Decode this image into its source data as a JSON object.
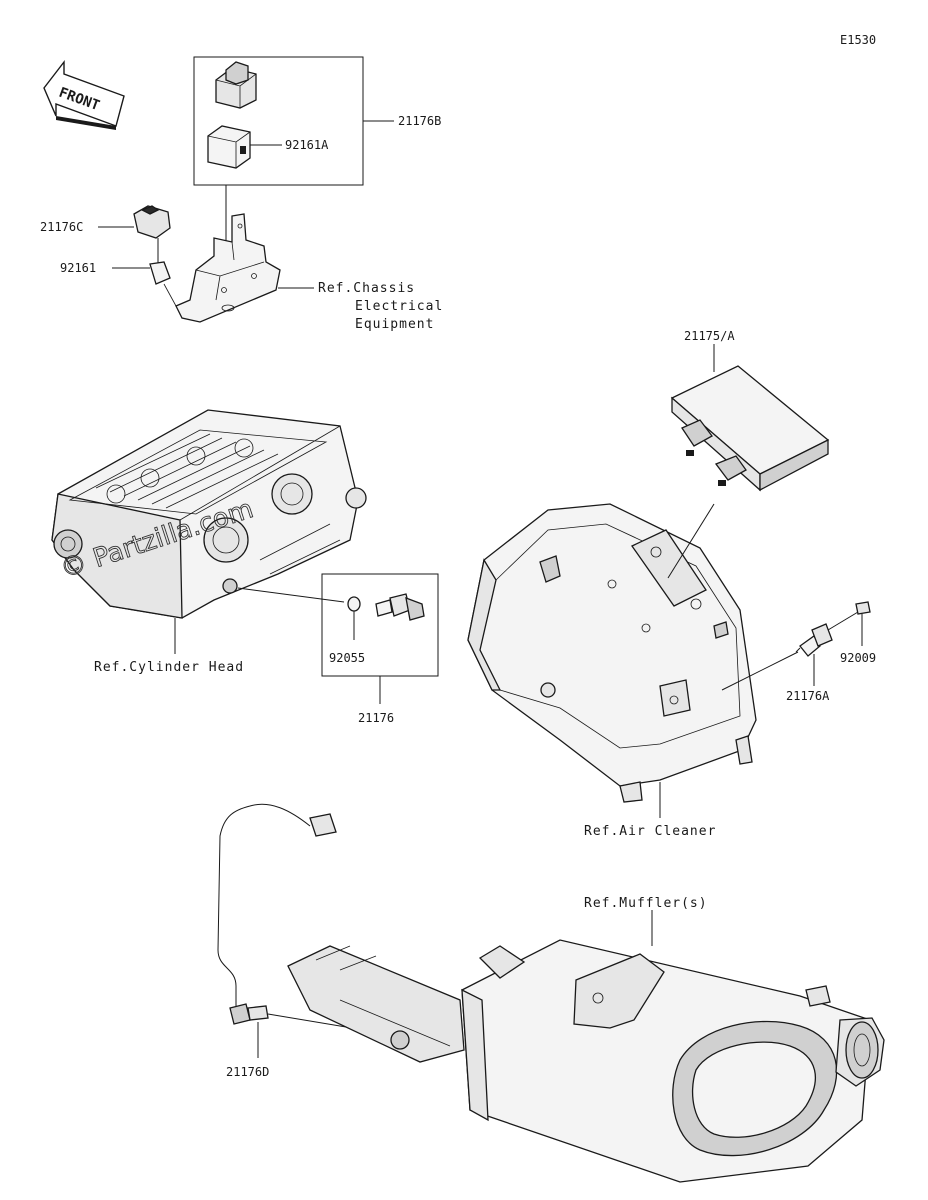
{
  "diagram_code": "E1530",
  "front_arrow_label": "FRONT",
  "watermark": "© Partzilla.com",
  "parts": {
    "p21176B": "21176B",
    "p92161A": "92161A",
    "p21176C": "21176C",
    "p92161": "92161",
    "p21175A": "21175/A",
    "p92055": "92055",
    "p21176": "21176",
    "p92009": "92009",
    "p21176A": "21176A",
    "p21176D": "21176D"
  },
  "refs": {
    "chassis_line1": "Ref.Chassis",
    "chassis_line2": "Electrical",
    "chassis_line3": "Equipment",
    "cylinder_head": "Ref.Cylinder Head",
    "air_cleaner": "Ref.Air Cleaner",
    "muffler": "Ref.Muffler(s)"
  }
}
